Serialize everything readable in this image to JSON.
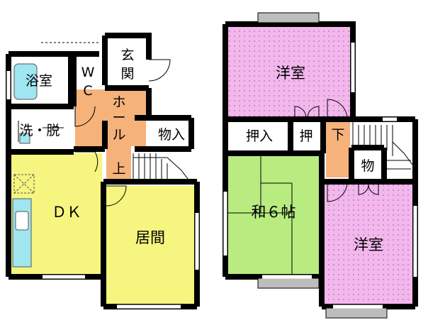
{
  "floor1": {
    "rooms": {
      "bath": "浴室",
      "wc_top": "W",
      "wc_bottom": "C",
      "entrance_top": "玄",
      "entrance_bottom": "関",
      "hall_1": "ホ",
      "hall_2": "ー",
      "hall_3": "ル",
      "wash": "洗・脱",
      "storage": "物入",
      "stairs_up": "上",
      "dk": "ＤＫ",
      "living": "居間"
    }
  },
  "floor2": {
    "rooms": {
      "western_top": "洋室",
      "closet_1": "押入",
      "closet_2": "押",
      "stairs_down": "下",
      "storage_small": "物",
      "japanese": "和６帖",
      "western_bottom": "洋室"
    }
  },
  "colors": {
    "pink": "#f2b8ec",
    "yellow": "#f5f580",
    "green": "#b8ec80",
    "orange": "#f5b27a",
    "blue": "#9fe6f0",
    "wall": "#000000",
    "window": "#bdbdbd"
  }
}
